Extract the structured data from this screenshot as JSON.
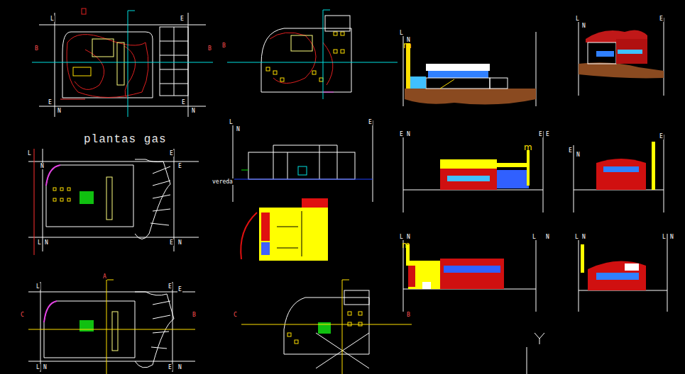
{
  "diagram": {
    "labels": [
      "plantas gas",
      "vereda",
      "L",
      "E",
      "E",
      "N",
      "E",
      "N",
      "L",
      "N",
      "L",
      "N",
      "E",
      "L",
      "N",
      "E",
      "E",
      "N",
      "E",
      "E",
      "L",
      "N",
      "L",
      "N",
      "E",
      "N",
      "E",
      "L",
      "N",
      "L",
      "N",
      "L",
      "N",
      "E",
      "E",
      "L",
      "N",
      "E",
      "N",
      "L",
      "E",
      "E",
      "L",
      "N",
      "E",
      "N",
      "B",
      "B",
      "B",
      "C",
      "B",
      "A",
      "C",
      "B"
    ]
  }
}
